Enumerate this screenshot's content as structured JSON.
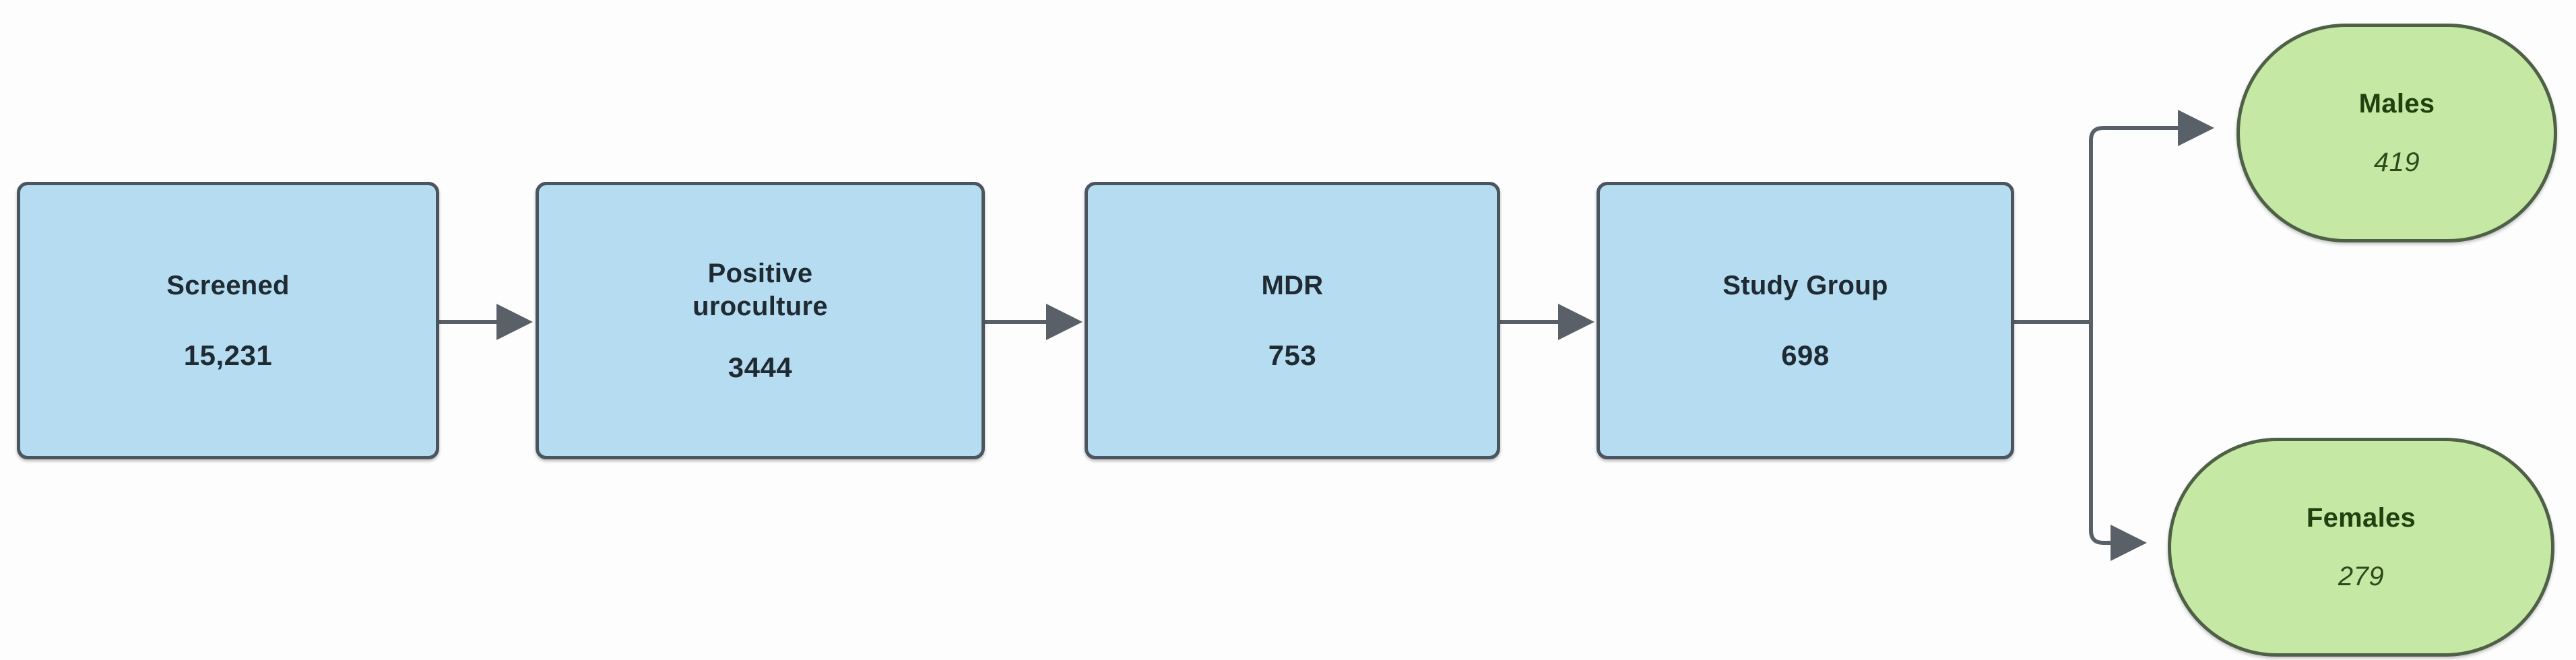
{
  "diagram": {
    "type": "flowchart",
    "orientation": "left-to-right",
    "nodes": [
      {
        "id": "screened",
        "label": "Screened",
        "value": "15,231",
        "shape": "rounded-rect",
        "fill": "#b5dcf0",
        "stroke": "#4b5560",
        "text_color": "#1f2a33"
      },
      {
        "id": "positive",
        "label": "Positive\nuroculture",
        "label_line1": "Positive",
        "label_line2": "uroculture",
        "value": "3444",
        "shape": "rounded-rect",
        "fill": "#b5dcf0",
        "stroke": "#4b5560",
        "text_color": "#1f2a33"
      },
      {
        "id": "mdr",
        "label": "MDR",
        "value": "753",
        "shape": "rounded-rect",
        "fill": "#b5dcf0",
        "stroke": "#4b5560",
        "text_color": "#1f2a33"
      },
      {
        "id": "study_group",
        "label": "Study Group",
        "value": "698",
        "shape": "rounded-rect",
        "fill": "#b5dcf0",
        "stroke": "#4b5560",
        "text_color": "#1f2a33"
      },
      {
        "id": "males",
        "label": "Males",
        "value": "419",
        "shape": "stadium",
        "fill": "#c5e8a4",
        "stroke": "#4e6046",
        "text_color": "#20400f"
      },
      {
        "id": "females",
        "label": "Females",
        "value": "279",
        "shape": "stadium",
        "fill": "#c5e8a4",
        "stroke": "#4e6046",
        "text_color": "#20400f"
      }
    ],
    "edges": [
      {
        "from": "screened",
        "to": "positive",
        "style": "arrow"
      },
      {
        "from": "positive",
        "to": "mdr",
        "style": "arrow"
      },
      {
        "from": "mdr",
        "to": "study_group",
        "style": "arrow"
      },
      {
        "from": "study_group",
        "to": "males",
        "style": "elbow-arrow"
      },
      {
        "from": "study_group",
        "to": "females",
        "style": "elbow-arrow"
      }
    ],
    "edge_color": "#5a6068",
    "background": "#fdfdfd"
  }
}
